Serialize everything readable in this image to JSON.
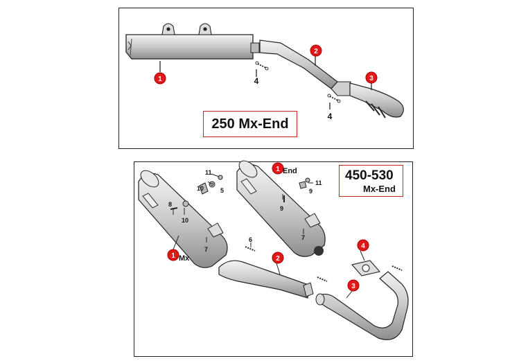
{
  "top_panel": {
    "title": "250 Mx-End",
    "callouts": [
      "1",
      "2",
      "3"
    ],
    "part_labels": [
      "4",
      "4"
    ]
  },
  "bottom_panel": {
    "title_line1": "450-530",
    "title_line2": "Mx-End",
    "callouts": [
      "1",
      "1",
      "2",
      "3",
      "4"
    ],
    "callout_suffix_mx": "Mx",
    "callout_suffix_end": "End",
    "part_labels": [
      "11",
      "10",
      "5",
      "8",
      "10",
      "7",
      "6",
      "11",
      "9",
      "9",
      "7"
    ]
  },
  "colors": {
    "callout_red": "#e01818",
    "frame": "#222222",
    "title_border": "#cc2222"
  }
}
